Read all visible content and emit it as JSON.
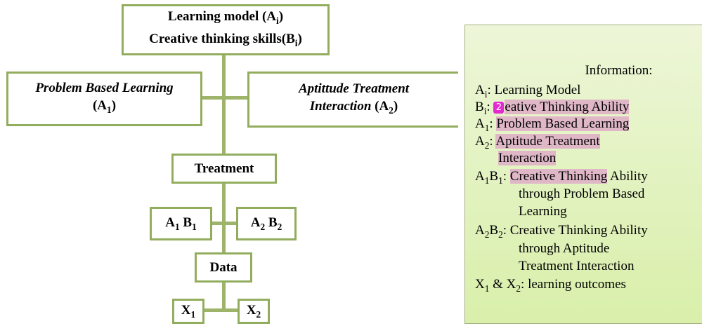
{
  "diagram": {
    "top": {
      "line1": "Learning model (A",
      "line1_sub": "i",
      "line2": "Creative thinking skills(B",
      "line2_sub": "i"
    },
    "left": {
      "line1": "Problem Based Learning",
      "line2": "(A",
      "sub": "1"
    },
    "right": {
      "line1": "Aptittude Treatment",
      "line2a": "Interaction",
      "line2b": " (A",
      "sub": "2"
    },
    "treatment": "Treatment",
    "a1b1": {
      "a": "A",
      "a_sub": "1",
      "b": "B",
      "b_sub": "1"
    },
    "a2b2": {
      "a": "A",
      "a_sub": "2",
      "b": "B",
      "b_sub": "2"
    },
    "data": "Data",
    "x1": {
      "x": "X",
      "sub": "1"
    },
    "x2": {
      "x": "X",
      "sub": "2"
    }
  },
  "info": {
    "title": "Information:",
    "comment_badge": "2",
    "rows": {
      "ai_label": "A",
      "ai_sub": "i",
      "ai_text": ": Learning Model",
      "bi_label": "B",
      "bi_sub": "i",
      "bi_text_pre": ": ",
      "bi_text": "eative Thinking Ability",
      "a1_label": "A",
      "a1_sub": "1",
      "a1_sep": ": ",
      "a1_text": "Problem Based Learning",
      "a2_label": "A",
      "a2_sub": "2",
      "a2_sep": ": ",
      "a2_text1": "Aptitude Treatment",
      "a2_text2": "Interaction",
      "a1b1_a": "A",
      "a1b1_asub": "1",
      "a1b1_b": "B",
      "a1b1_bsub": "1",
      "a1b1_sep": ": ",
      "a1b1_hl": "Creative Thinking",
      "a1b1_rest": " Ability",
      "a1b1_l2": "through Problem Based",
      "a1b1_l3": "Learning",
      "a2b2_a": "A",
      "a2b2_asub": "2",
      "a2b2_b": "B",
      "a2b2_bsub": "2",
      "a2b2_text": ": Creative Thinking Ability",
      "a2b2_l2": "through Aptitude",
      "a2b2_l3": "Treatment Interaction",
      "x_text1": "X",
      "x_sub1": "1",
      "x_mid": " & X",
      "x_sub2": "2",
      "x_text2": ": learning outcomes"
    }
  }
}
